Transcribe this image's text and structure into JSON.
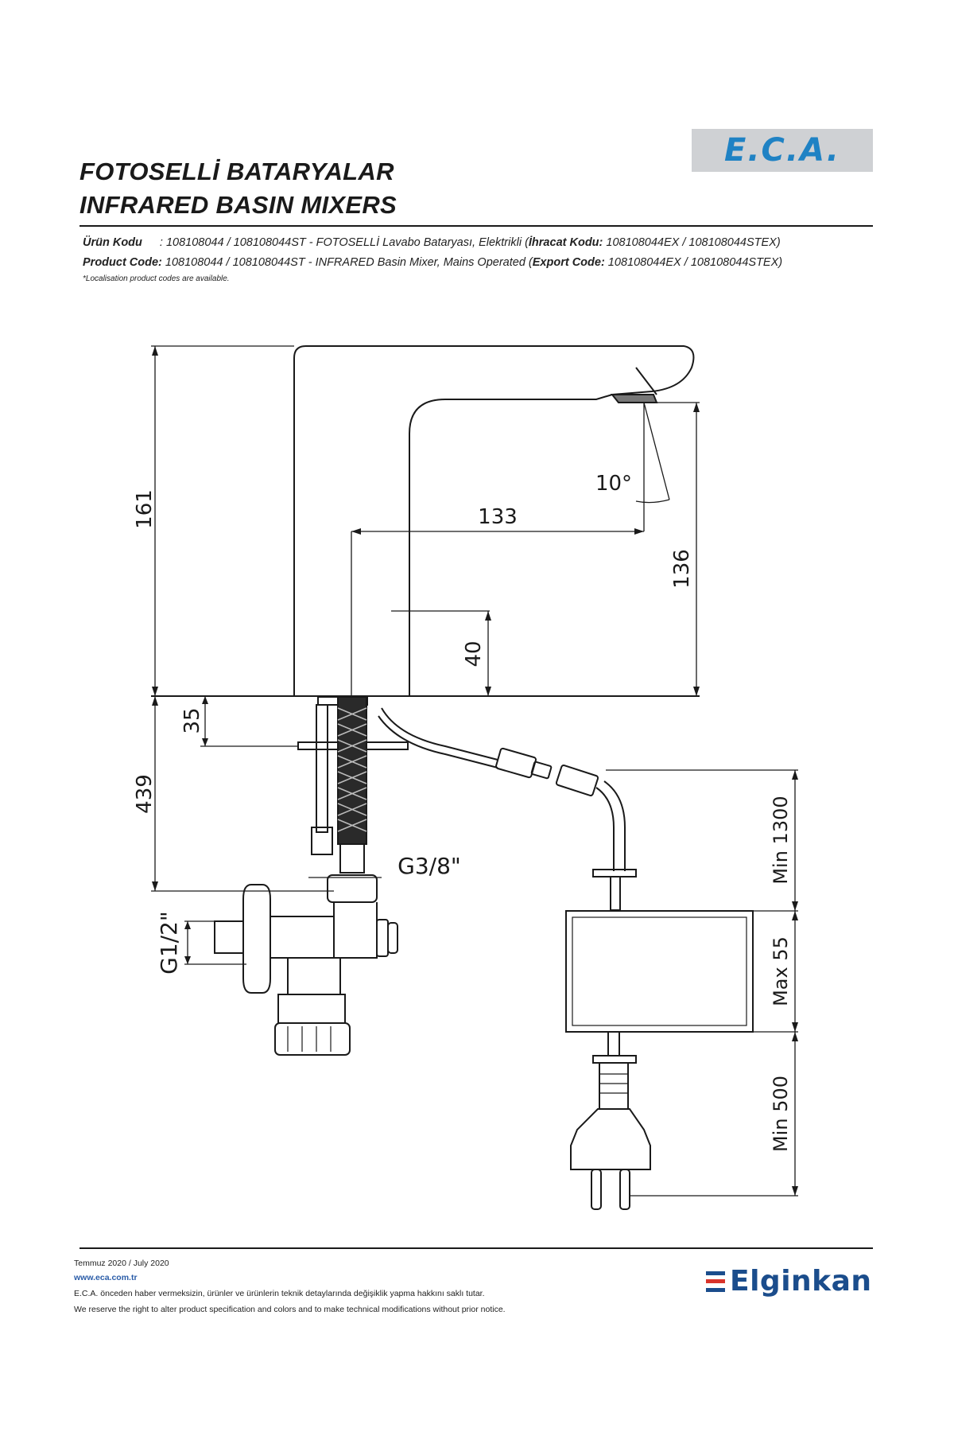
{
  "header": {
    "brand_logo": "E.C.A.",
    "title_tr": "FOTOSELLİ BATARYALAR",
    "title_en": "INFRARED BASIN MIXERS"
  },
  "product": {
    "tr_label": "Ürün Kodu",
    "tr_text": ": 108108044 / 108108044ST - FOTOSELLİ Lavabo Bataryası, Elektrikli (",
    "tr_export_label": "İhracat Kodu:",
    "tr_export_text": " 108108044EX / 108108044STEX)",
    "en_label": "Product Code:",
    "en_text": " 108108044 / 108108044ST - INFRARED Basin Mixer, Mains Operated (",
    "en_export_label": "Export Code:",
    "en_export_text": " 108108044EX / 108108044STEX)",
    "note": "*Localisation product codes are available."
  },
  "drawing": {
    "dim_161": "161",
    "dim_133": "133",
    "dim_136": "136",
    "dim_40": "40",
    "dim_35": "35",
    "dim_439": "439",
    "angle": "10°",
    "thread_38": "G3/8\"",
    "thread_12": "G1/2\"",
    "cable_min": "Min 1300",
    "box_max": "Max 55",
    "plug_min": "Min 500"
  },
  "footer": {
    "date": "Temmuz 2020 / July 2020",
    "website": "www.eca.com.tr",
    "disclaimer_tr": "E.C.A. önceden haber vermeksizin, ürünler ve ürünlerin teknik detaylarında değişiklik yapma hakkını saklı tutar.",
    "disclaimer_en": "We reserve the right to alter product specification and colors and to make technical modifications without prior notice.",
    "partner_logo": "Elginkan",
    "colors": {
      "brand_blue": "#1f82c4",
      "partner_blue": "#1b4d8c",
      "partner_red": "#d9342b"
    }
  }
}
